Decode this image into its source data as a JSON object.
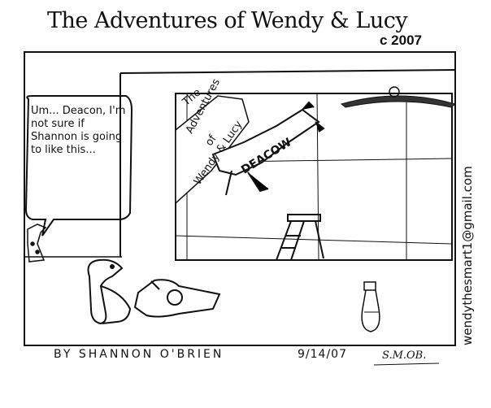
{
  "comic": {
    "title": "The Adventures of Wendy & Lucy",
    "copyright": "c 2007",
    "email": "wendythesmart1@gmail.com",
    "speech": "Um... Deacon, I'm not sure if Shannon is going to like this...",
    "byline": "BY SHANNON O'BRIEN",
    "date": "9/14/07",
    "signature": "S.M.OB.",
    "painting": {
      "title_line1": "The",
      "title_line2": "Adventures",
      "title_line3": "of",
      "title_line4": "Wendy & Lucy",
      "graffiti": "DEACOW"
    }
  }
}
